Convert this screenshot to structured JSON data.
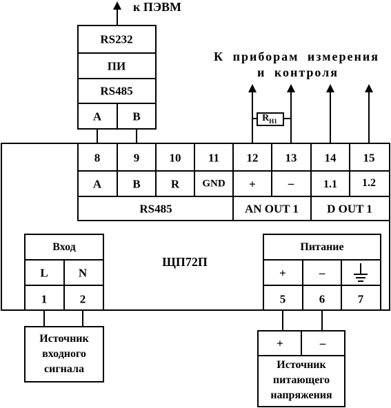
{
  "pc_label": "к ПЭВМ",
  "converter": {
    "rs232": "RS232",
    "pi": "ПИ",
    "rs485": "RS485",
    "pin_a": "A",
    "pin_b": "B"
  },
  "instruments_label_line1": "К приборам измерения",
  "instruments_label_line2": "и контроля",
  "resistor": {
    "main": "R",
    "sub": "H1"
  },
  "terminals": [
    {
      "num": "8",
      "sig": "A"
    },
    {
      "num": "9",
      "sig": "B"
    },
    {
      "num": "10",
      "sig": "R"
    },
    {
      "num": "11",
      "sig": "GND"
    },
    {
      "num": "12",
      "sig": "+"
    },
    {
      "num": "13",
      "sig": "–"
    },
    {
      "num": "14",
      "sig": "1.1"
    },
    {
      "num": "15",
      "sig": "1.2"
    }
  ],
  "groups": {
    "rs485": "RS485",
    "an_out": "AN OUT 1",
    "d_out": "D OUT 1"
  },
  "device_name": "ЩП72П",
  "input": {
    "title": "Вход",
    "l": "L",
    "n": "N",
    "pin1": "1",
    "pin2": "2"
  },
  "power": {
    "title": "Питание",
    "plus": "+",
    "minus": "–",
    "pin5": "5",
    "pin6": "6",
    "pin7": "7",
    "ground_icon": "ground-icon"
  },
  "signal_source": {
    "label": "Источник\nвходного\nсигнала"
  },
  "supply_source": {
    "plus": "+",
    "minus": "–",
    "label": "Источник\nпитающего\nнапряжения"
  }
}
